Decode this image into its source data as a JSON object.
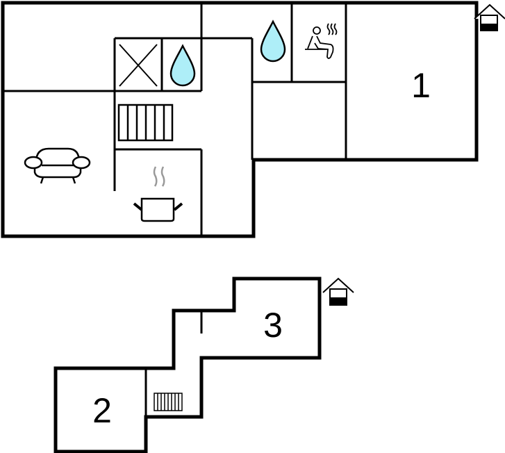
{
  "floor_plan": {
    "rooms": [
      {
        "label": "1",
        "type": "bedroom"
      },
      {
        "label": "2",
        "type": "bedroom"
      },
      {
        "label": "3",
        "type": "bedroom"
      }
    ],
    "icons": [
      "sofa-icon",
      "kitchen-pot-icon",
      "radiator-icon",
      "water-drop-icon",
      "sauna-icon",
      "entrance-house-icon",
      "storage-cross-icon"
    ],
    "colors": {
      "wall": "#000000",
      "water": "#aeeef8",
      "steam": "#999999"
    }
  }
}
